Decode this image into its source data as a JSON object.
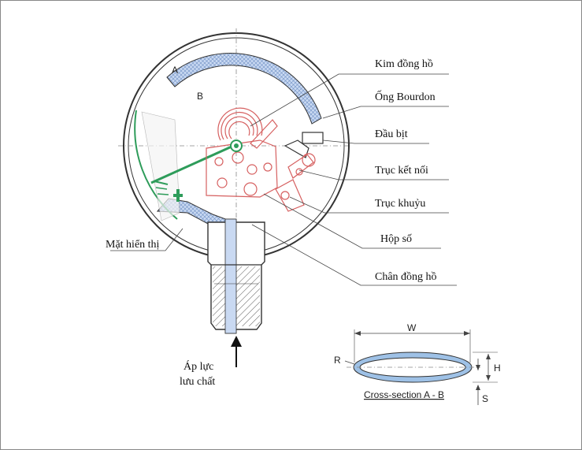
{
  "labels": {
    "pointer": "Kim đồng hồ",
    "bourdon_tube": "Ống Bourdon",
    "sealed_end": "Đầu bịt",
    "link": "Trục kết nối",
    "crank": "Trục khuỷu",
    "gearbox": "Hộp số",
    "socket": "Chân đồng hồ",
    "dial": "Mặt hiển thị",
    "pressure_line1": "Áp lực",
    "pressure_line2": "lưu chất",
    "section_a": "A",
    "section_b": "B"
  },
  "cross_section": {
    "caption": "Cross-section A - B",
    "w": "W",
    "h": "H",
    "r": "R",
    "s": "S"
  },
  "colors": {
    "bourdon": "#8fb3e0",
    "mechanism": "#d66060",
    "dial": "#2e9c5a",
    "outline": "#333333"
  }
}
